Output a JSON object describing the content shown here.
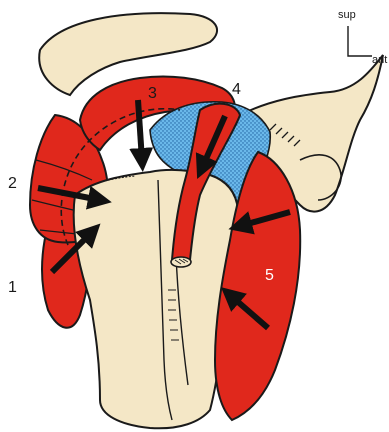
{
  "figure": {
    "palette": {
      "muscle": "#e0281c",
      "muscle_dark": "#b3150d",
      "bone": "#f4e7c6",
      "outline": "#1a1a1a",
      "bursa": "#4fa8e0",
      "background": "#ffffff"
    },
    "labels": [
      {
        "id": "1",
        "text": "1"
      },
      {
        "id": "2",
        "text": "2"
      },
      {
        "id": "3",
        "text": "3"
      },
      {
        "id": "4",
        "text": "4"
      },
      {
        "id": "5",
        "text": "5"
      }
    ],
    "orientation": {
      "superior": "sup",
      "anterior": "ant"
    }
  }
}
